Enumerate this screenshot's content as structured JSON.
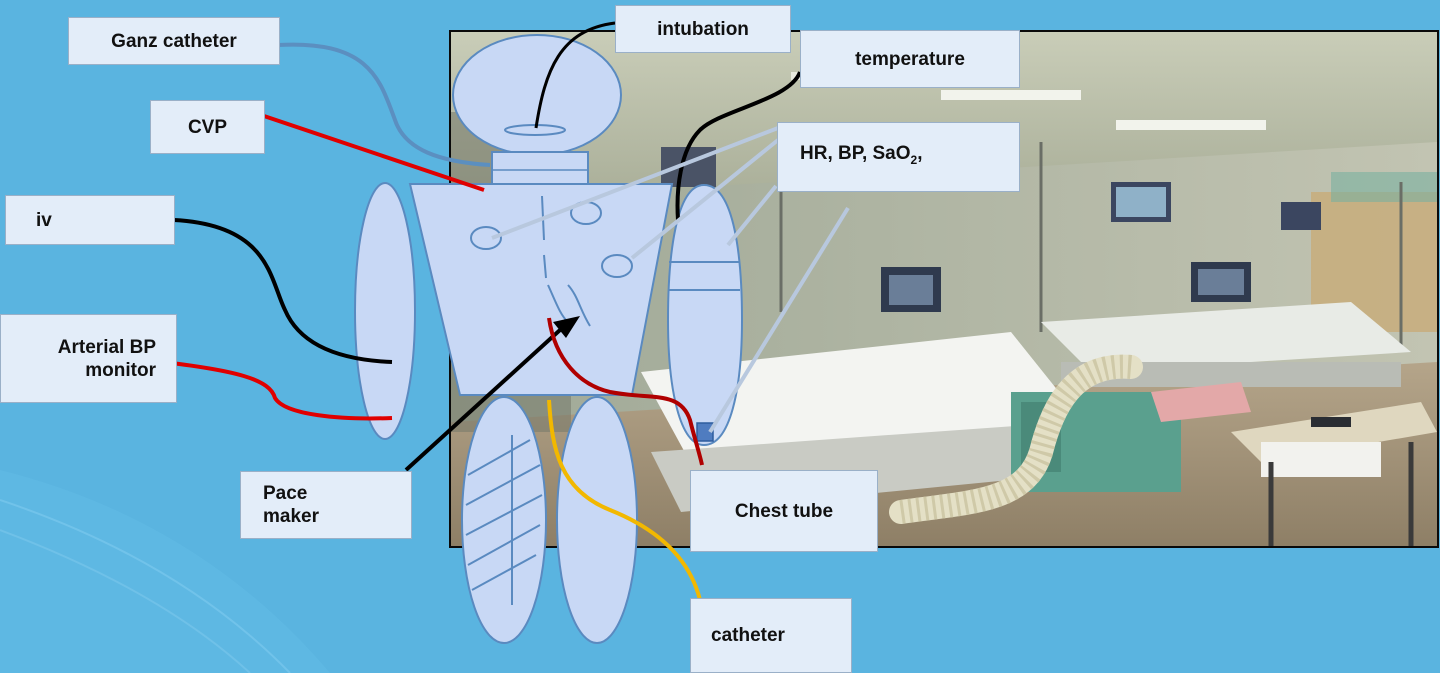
{
  "labels": {
    "ganz_catheter": "Ganz catheter",
    "cvp": "CVP",
    "iv": "iv",
    "arterial_bp_monitor": "Arterial BP\nmonitor",
    "pace_maker": "Pace\nmaker",
    "intubation": "intubation",
    "temperature": "temperature",
    "hr_bp_sao2_prefix": "HR, BP, SaO",
    "hr_bp_sao2_sub": "2",
    "hr_bp_sao2_suffix": ",",
    "chest_tube": "Chest tube",
    "catheter": "catheter"
  },
  "colors": {
    "background": "#5ab4e0",
    "label_fill": "#e3edf9",
    "figure_fill": "#c8d8f5",
    "figure_stroke": "#5a8ac0",
    "line_ganz": "#5b8fc0",
    "line_red": "#e00000",
    "line_black": "#000000",
    "line_monitor": "#b8c8de",
    "line_pacemaker_lead": "#b00000",
    "line_catheter": "#f2b800"
  },
  "photo": {
    "subject": "ICU ward with patient beds, monitors and ventilator hose"
  }
}
